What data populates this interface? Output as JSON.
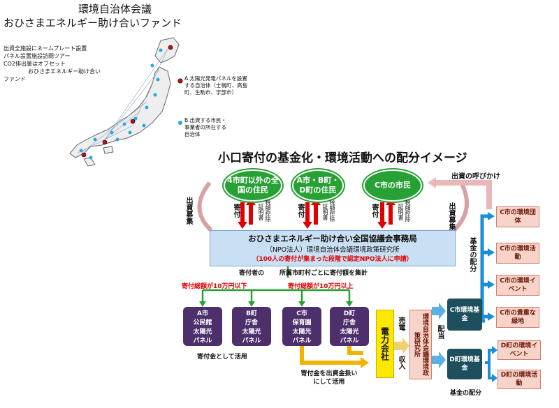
{
  "header": {
    "title1": "環境自治体会議",
    "title2": "おひさまエネルギー助け合いファンド"
  },
  "notes": {
    "line1": "出資全施設にネームプレート設置",
    "line2": "パネル設置施設訪問ツアー",
    "line3": "CO2排出量はオフセット",
    "line4": "おひさまエネルギー助け合い",
    "line5": "ファンド"
  },
  "legend": {
    "a": "A.太陽光発電パネルを設置する自治体（士幌町、高島町、生駒市、宇部市）",
    "b": "B.出資する市民・事業者の所在する自治体"
  },
  "diagram": {
    "title": "小口寄付の基金化・環境活動への配分イメージ",
    "call": "出資の呼びかけ",
    "circles": [
      "4市町以外の全国の住民",
      "A市・B町・D町の住民",
      "C市の市民"
    ],
    "kifu": "寄付",
    "zei": "税額控除",
    "shomei": "証明書",
    "shusshi_left": "出資募集",
    "shusshi_right": "出資募集",
    "main1": "おひさまエネルギー助け合い全国協議会事務局",
    "main2": "（NPO法人）環境自治体会議環境政策研究所",
    "main3": "（100人の寄付が集まった段階で認定NPO法人に申請）",
    "kifusha": "寄付者の",
    "shozoku": "所属市町村ごとに寄付額を集計",
    "under10": "寄付総額が10万円以下",
    "over10": "寄付総額が10万円以上",
    "panels": [
      "A市\n公民館\n太陽光\nパネル",
      "B町\n庁舎\n太陽光\nパネル",
      "C市\n保育園\n太陽光\nパネル",
      "D町\n庁舎\n太陽光\nパネル"
    ],
    "kifukin": "寄付金として活用",
    "shusshikin": "寄付金を出資金扱いにして活用",
    "power": "電力会社",
    "baiden": "売電",
    "shunyu": "収入",
    "kenkyu": "環境自治体会議環境政策研究所",
    "haito": "配当",
    "c_fund": "C市環境基金",
    "d_fund": "D町環境基金",
    "kikin_haibun": "基金の配分",
    "kikin_haibun2": "基金の配分",
    "c_items": [
      "C市の環境団体",
      "C市の環境活動",
      "C市の環境イベント",
      "C市の貴重な緑地"
    ],
    "d_items": [
      "D町の環境イベント",
      "D町の環境活動"
    ]
  },
  "colors": {
    "green": "#27a034",
    "red": "#e00000",
    "blue": "#1a8fd6",
    "purple": "#4d2f6b",
    "teal": "#1d4f5e",
    "yellow": "#ffe800",
    "pink": "#f7d3c9"
  }
}
